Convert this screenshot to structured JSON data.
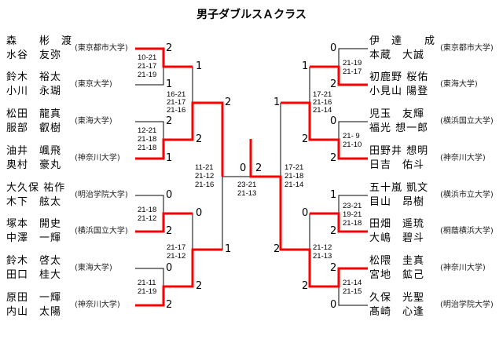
{
  "title": "男子ダブルスＡクラス",
  "left_teams": [
    {
      "p1": "森　　彬　渡",
      "p2": "水谷　友弥",
      "university": "(東京都市大学)"
    },
    {
      "p1": "鈴木　裕太",
      "p2": "小川　永瑚",
      "university": "(東京大学)"
    },
    {
      "p1": "松田　龍真",
      "p2": "服部　叡樹",
      "university": "(東海大学)"
    },
    {
      "p1": "油井　颯飛",
      "p2": "奥村　豪丸",
      "university": "(神奈川大学)"
    },
    {
      "p1": "大久保 祐作",
      "p2": "木下　舷太",
      "university": "(明治学院大学)"
    },
    {
      "p1": "塚本　開史",
      "p2": "中澤　一輝",
      "university": "(横浜国立大学)"
    },
    {
      "p1": "鈴木　啓太",
      "p2": "田口　桂大",
      "university": "(東海大学)"
    },
    {
      "p1": "原田　一輝",
      "p2": "内山　太陽",
      "university": "(神奈川大学)"
    }
  ],
  "right_teams": [
    {
      "p1": "伊　達　　成",
      "p2": "本蔵　大誠",
      "university": "(東京都市大学)"
    },
    {
      "p1": "初鹿野 桜佑",
      "p2": "小見山 陽登",
      "university": "(東海大学)"
    },
    {
      "p1": "児玉　友輝",
      "p2": "福光 想一郎",
      "university": "(横浜国立大学)"
    },
    {
      "p1": "田野井 想明",
      "p2": "日吉　佑斗",
      "university": "(神奈川大学)"
    },
    {
      "p1": "五十嵐 凱文",
      "p2": "目山　昂樹",
      "university": "(横浜市立大学)"
    },
    {
      "p1": "田畑　遥琉",
      "p2": "大嶋　碧斗",
      "university": "(桐蔭横浜大学)"
    },
    {
      "p1": "松隈　圭真",
      "p2": "宮地　鉱己",
      "university": "(神奈川大学)"
    },
    {
      "p1": "久保　光聖",
      "p2": "髙崎　心逢",
      "university": "(明治学院大学)"
    }
  ],
  "matches": [
    {
      "id": "L1a",
      "wins": [
        "2",
        "1"
      ],
      "scores": "10-21\n21-17\n21-19"
    },
    {
      "id": "L1b",
      "wins": [
        "2",
        "1"
      ],
      "scores": "12-21\n21-18\n21-18"
    },
    {
      "id": "L1c",
      "wins": [
        "0",
        "2"
      ],
      "scores": "21-18\n21-12"
    },
    {
      "id": "L1d",
      "wins": [
        "0",
        "2"
      ],
      "scores": "21-11\n21-19"
    },
    {
      "id": "L2a",
      "wins": [
        "1",
        "2"
      ],
      "scores": "16-21\n21-17\n21-16"
    },
    {
      "id": "L2b",
      "wins": [
        "0",
        "2"
      ],
      "scores": "21-17\n21-12"
    },
    {
      "id": "LSF",
      "wins": [
        "2",
        "1"
      ],
      "scores": "11-21\n21-12\n21-16"
    },
    {
      "id": "F",
      "wins": [
        "0",
        "2"
      ],
      "scores": "23-21\n21-13"
    },
    {
      "id": "RSF",
      "wins": [
        "1",
        "2"
      ],
      "scores": "17-21\n21-18\n21-14"
    },
    {
      "id": "R2a",
      "wins": [
        "1",
        "2"
      ],
      "scores": "17-21\n21-16\n21-14"
    },
    {
      "id": "R2b",
      "wins": [
        "0",
        "2"
      ],
      "scores": "21-12\n21-13"
    },
    {
      "id": "R1a",
      "wins": [
        "0",
        "2"
      ],
      "scores": "21-19\n21-17"
    },
    {
      "id": "R1b",
      "wins": [
        "0",
        "2"
      ],
      "scores": "21- 9\n21-10"
    },
    {
      "id": "R1c",
      "wins": [
        "1",
        "2"
      ],
      "scores": "23-21\n19-21\n21-18"
    },
    {
      "id": "R1d",
      "wins": [
        "2",
        "0"
      ],
      "scores": "21-14\n21-15"
    }
  ],
  "colors": {
    "winner_line": "#ff0000",
    "line": "#000000"
  }
}
